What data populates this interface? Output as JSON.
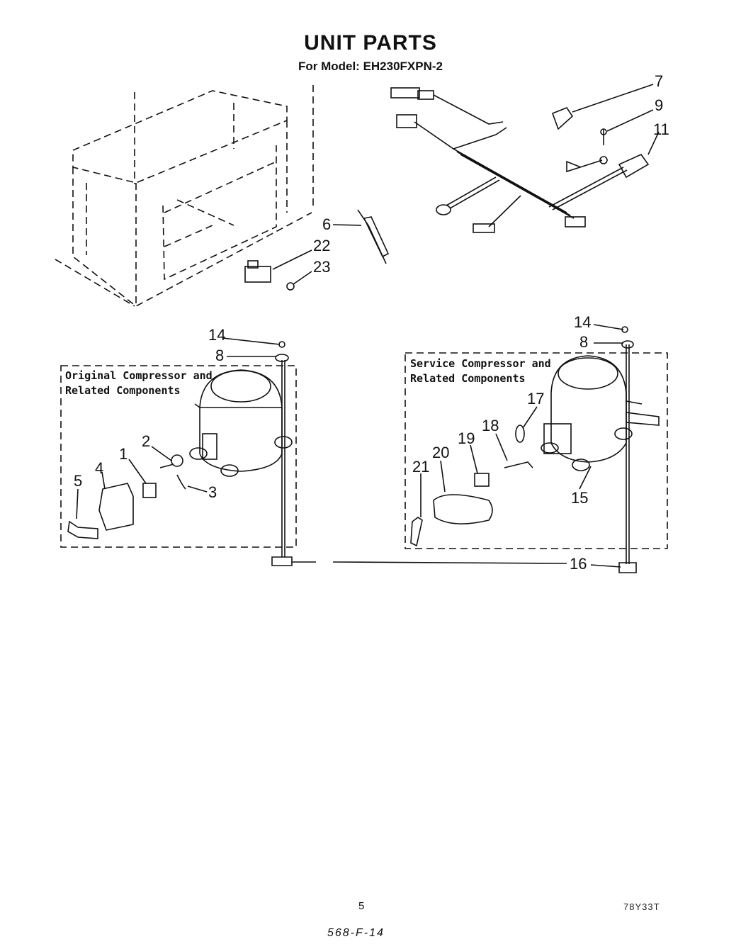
{
  "title": "UNIT PARTS",
  "subtitle": "For Model: EH230FXPN-2",
  "original_box_label": "Original Compressor and\nRelated Components",
  "service_box_label": "Service Compressor and\nRelated Components",
  "part_numbers": {
    "p7": "7",
    "p9": "9",
    "p11": "11",
    "p6": "6",
    "p22": "22",
    "p23": "23",
    "p14_left": "14",
    "p8_left": "8",
    "p2": "2",
    "p1": "1",
    "p4": "4",
    "p5": "5",
    "p3": "3",
    "p14_right": "14",
    "p8_right": "8",
    "p17": "17",
    "p18": "18",
    "p19": "19",
    "p20": "20",
    "p21": "21",
    "p15": "15",
    "p16": "16"
  },
  "footer": {
    "page_number": "5",
    "doc_code": "78Y33T",
    "handwritten": "568-F-14"
  }
}
